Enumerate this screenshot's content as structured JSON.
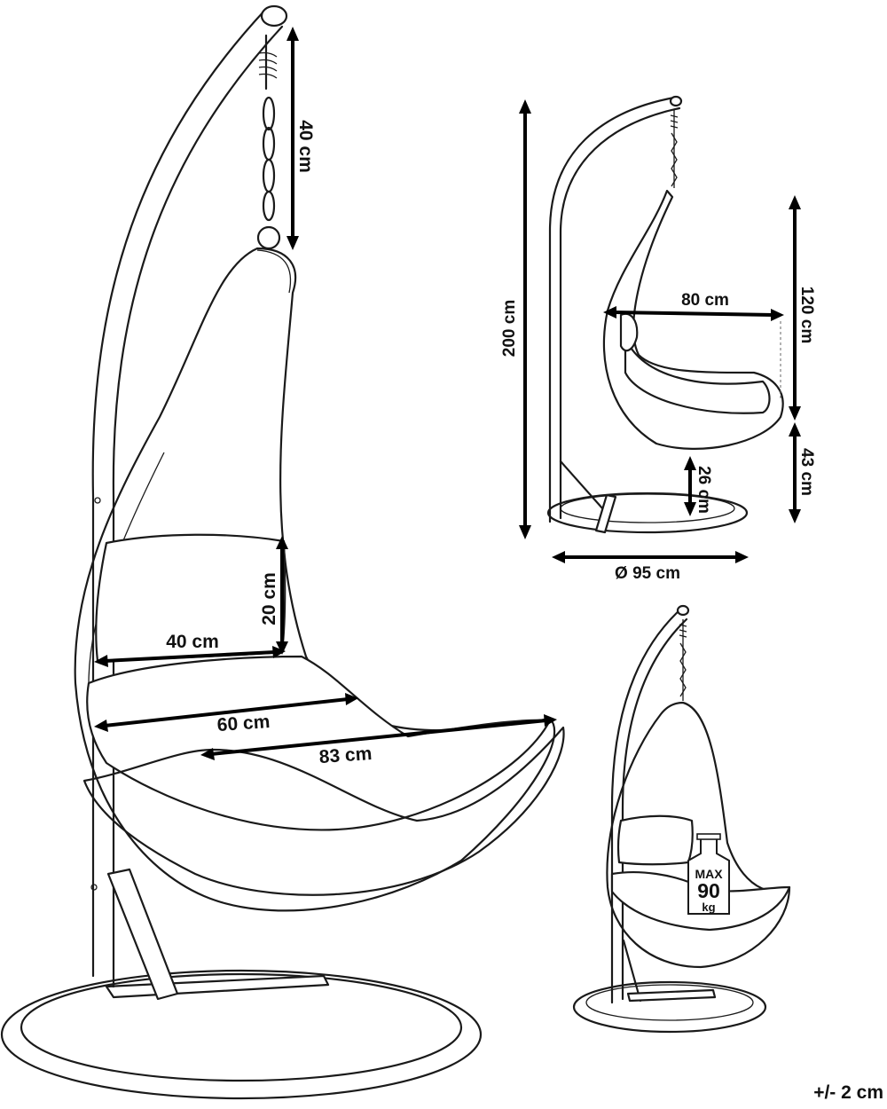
{
  "main_view": {
    "dimensions": {
      "chain_length": "40 cm",
      "backrest_height": "20 cm",
      "backrest_width": "40 cm",
      "seat_depth": "60 cm",
      "seat_width": "83 cm"
    }
  },
  "side_view": {
    "dimensions": {
      "total_height": "200 cm",
      "chair_height": "120 cm",
      "chair_depth": "80 cm",
      "seat_height": "43 cm",
      "bottom_clearance": "26 cm",
      "base_diameter": "Ø 95 cm"
    }
  },
  "load_view": {
    "weight_badge": {
      "line1": "MAX",
      "line2": "90",
      "line3": "kg"
    }
  },
  "tolerance": "+/- 2 cm"
}
